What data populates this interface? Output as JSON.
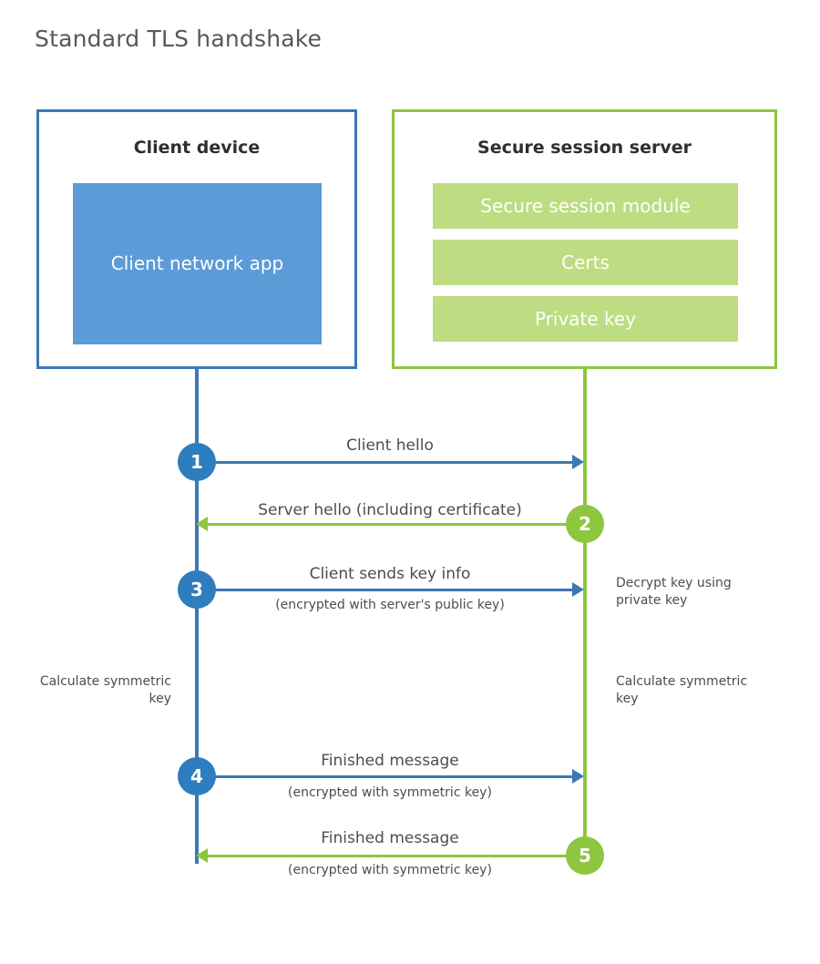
{
  "title": "Standard TLS handshake",
  "colors": {
    "client_border": "#3c78b4",
    "client_fill": "#5b9bd8",
    "client_circle": "#2e7dbe",
    "server_border": "#8dc63f",
    "server_fill": "#bedc82",
    "server_circle": "#8dc63f",
    "text": "#4d4d4f",
    "title_text": "#58585a"
  },
  "client": {
    "title": "Client device",
    "app_label": "Client network app"
  },
  "server": {
    "title": "Secure session server",
    "bars": [
      {
        "label": "Secure session module"
      },
      {
        "label": "Certs"
      },
      {
        "label": "Private key"
      }
    ]
  },
  "steps": [
    {
      "number": "1",
      "label": "Client hello",
      "sublabel": "",
      "direction": "client-to-server",
      "origin": "client"
    },
    {
      "number": "2",
      "label": "Server hello (including certificate)",
      "sublabel": "",
      "direction": "server-to-client",
      "origin": "server"
    },
    {
      "number": "3",
      "label": "Client sends key info",
      "sublabel": "(encrypted with server's public key)",
      "direction": "client-to-server",
      "origin": "client"
    },
    {
      "number": "4",
      "label": "Finished message",
      "sublabel": "(encrypted with symmetric key)",
      "direction": "client-to-server",
      "origin": "client"
    },
    {
      "number": "5",
      "label": "Finished message",
      "sublabel": "(encrypted with symmetric key)",
      "direction": "server-to-client",
      "origin": "server"
    }
  ],
  "notes": {
    "decrypt_key": "Decrypt key using private key",
    "client_calculate": "Calculate symmetric key",
    "server_calculate": "Calculate symmetric key"
  }
}
